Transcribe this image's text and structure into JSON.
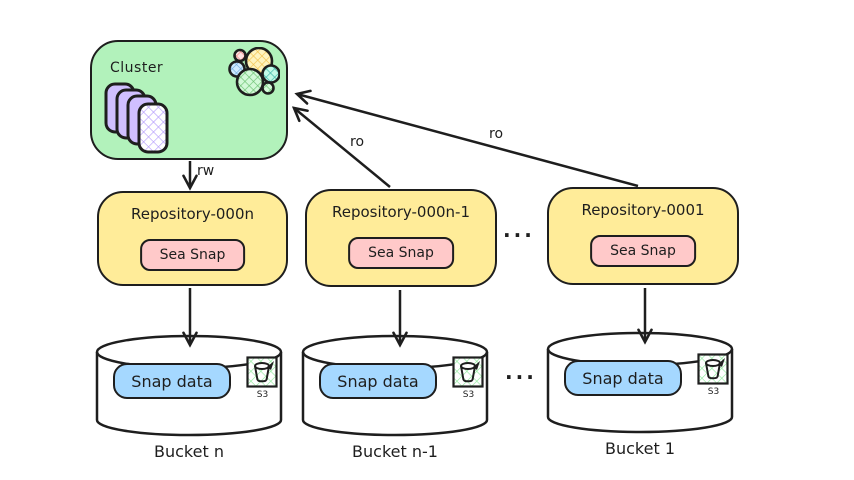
{
  "diagram": {
    "cluster": {
      "label": "Cluster",
      "icons": {
        "nodes": "node-stack-icon",
        "logo": "elasticsearch-cluster-icon"
      }
    },
    "arrows": {
      "rw_label": "rw",
      "ro_label_mid": "ro",
      "ro_label_right": "ro"
    },
    "repositories": [
      {
        "title": "Repository-000n",
        "badge": "Sea Snap"
      },
      {
        "title": "Repository-000n-1",
        "badge": "Sea Snap"
      },
      {
        "title": "Repository-0001",
        "badge": "Sea Snap"
      }
    ],
    "repo_ellipsis": "...",
    "bucket_ellipsis": "...",
    "buckets": [
      {
        "content": "Snap data",
        "icon_label": "S3",
        "caption": "Bucket n"
      },
      {
        "content": "Snap data",
        "icon_label": "S3",
        "caption": "Bucket n-1"
      },
      {
        "content": "Snap data",
        "icon_label": "S3",
        "caption": "Bucket 1"
      }
    ],
    "colors": {
      "stroke": "#1e1e1e",
      "cluster_fill": "#b2f2bb",
      "repository_fill": "#ffec99",
      "sea_snap_fill": "#ffc9c9",
      "snap_data_fill": "#a5d8ff",
      "node_fill": "#d0bfff",
      "background": "#ffffff"
    }
  }
}
